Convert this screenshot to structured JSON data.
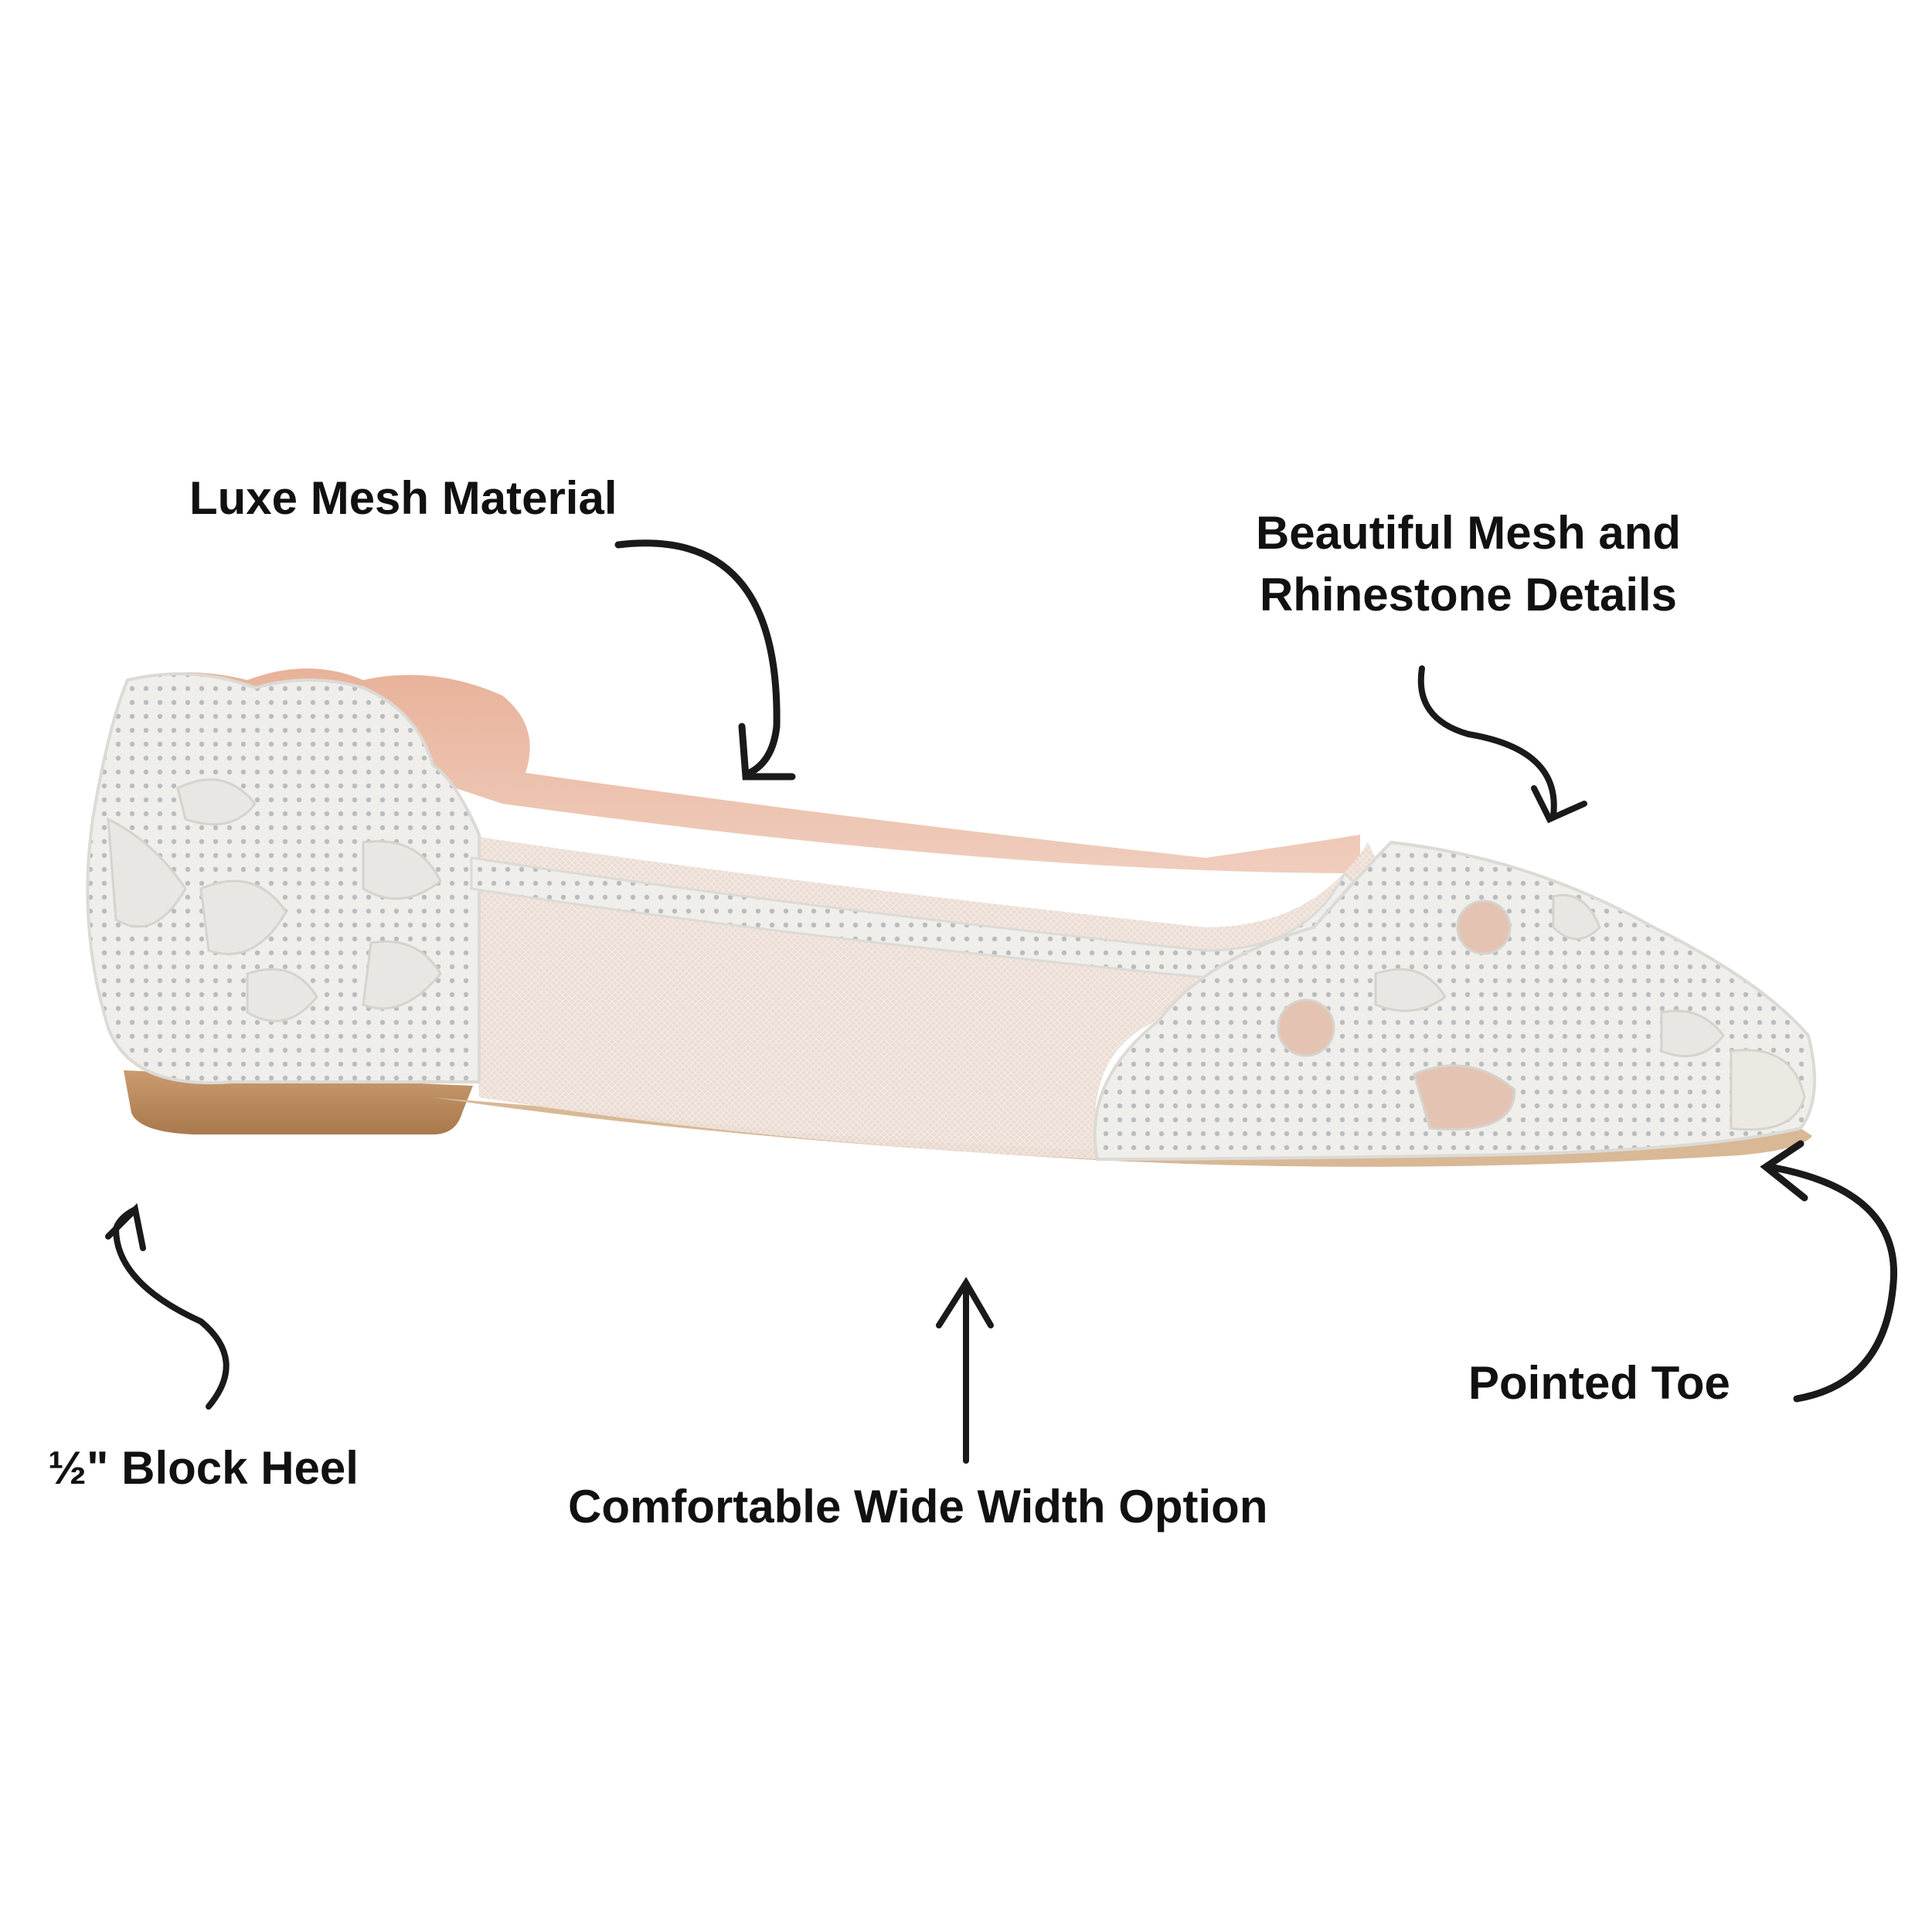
{
  "callouts": {
    "luxe_mesh": "Luxe Mesh Material",
    "details_line1": "Beautiful Mesh and",
    "details_line2": "Rhinestone Details",
    "block_heel": "½\" Block Heel",
    "wide_width": "Comfortable Wide Width Option",
    "pointed_toe": "Pointed Toe"
  },
  "product": {
    "name": "shoe-image",
    "colors": {
      "upper": "#efeeea",
      "mesh": "#e9dcd4",
      "lining": "#e9b9a3",
      "sole": "#b98a5e",
      "rhinestone": "#b9bcc0",
      "arrow": "#1a1a1a"
    }
  }
}
